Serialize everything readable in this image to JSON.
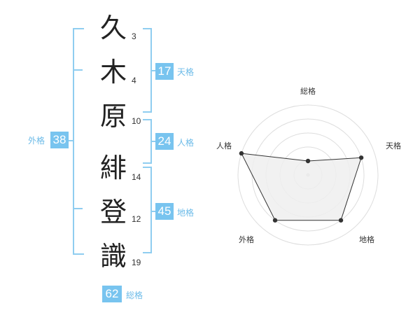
{
  "name_chars": [
    {
      "char": "久",
      "strokes": "3"
    },
    {
      "char": "木",
      "strokes": "4"
    },
    {
      "char": "原",
      "strokes": "10"
    },
    {
      "char": "緋",
      "strokes": "14"
    },
    {
      "char": "登",
      "strokes": "12"
    },
    {
      "char": "識",
      "strokes": "19"
    }
  ],
  "fortune": {
    "tenkaku": {
      "value": "17",
      "label": "天格"
    },
    "jinkaku": {
      "value": "24",
      "label": "人格"
    },
    "chikaku": {
      "value": "45",
      "label": "地格"
    },
    "gaikaku": {
      "value": "38",
      "label": "外格"
    },
    "soukaku": {
      "value": "62",
      "label": "総格"
    }
  },
  "colors": {
    "box_fill": "#78c4ef",
    "label_text": "#6cbbe8",
    "bracket": "#8fcdf0",
    "radar_fill": "#efefef",
    "radar_line": "#333333"
  },
  "chart_data": {
    "type": "radar",
    "axes": [
      "総格",
      "天格",
      "地格",
      "外格",
      "人格"
    ],
    "scale": [
      0,
      5
    ],
    "rings": 5,
    "values": [
      1,
      4,
      4,
      4,
      5
    ]
  }
}
